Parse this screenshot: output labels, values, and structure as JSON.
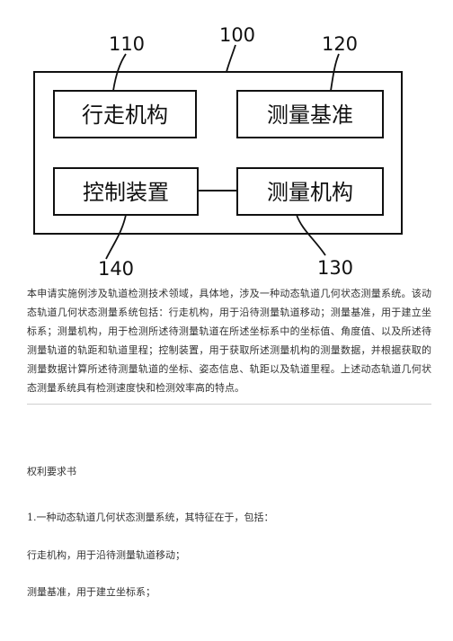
{
  "figure": {
    "refs": {
      "outer": "100",
      "walking": "110",
      "reference": "120",
      "measuring": "130",
      "control": "140"
    },
    "boxes": {
      "walking": "行走机构",
      "reference": "测量基准",
      "control": "控制装置",
      "measuring": "测量机构"
    }
  },
  "abstract": "本申请实施例涉及轨道检测技术领域，具体地，涉及一种动态轨道几何状态测量系统。该动态轨道几何状态测量系统包括：行走机构，用于沿待测量轨道移动；测量基准，用于建立坐标系；测量机构，用于检测所述待测量轨道在所述坐标系中的坐标值、角度值、以及所述待测量轨道的轨距和轨道里程；控制装置，用于获取所述测量机构的测量数据，并根据获取的测量数据计算所述待测量轨道的坐标、姿态信息、轨距以及轨道里程。上述动态轨道几何状态测量系统具有检测速度快和检测效率高的特点。",
  "claims": {
    "heading": "权利要求书",
    "claim1": "1.一种动态轨道几何状态测量系统，其特征在于，包括：",
    "item1": "行走机构，用于沿待测量轨道移动；",
    "item2": "测量基准，用于建立坐标系；"
  }
}
